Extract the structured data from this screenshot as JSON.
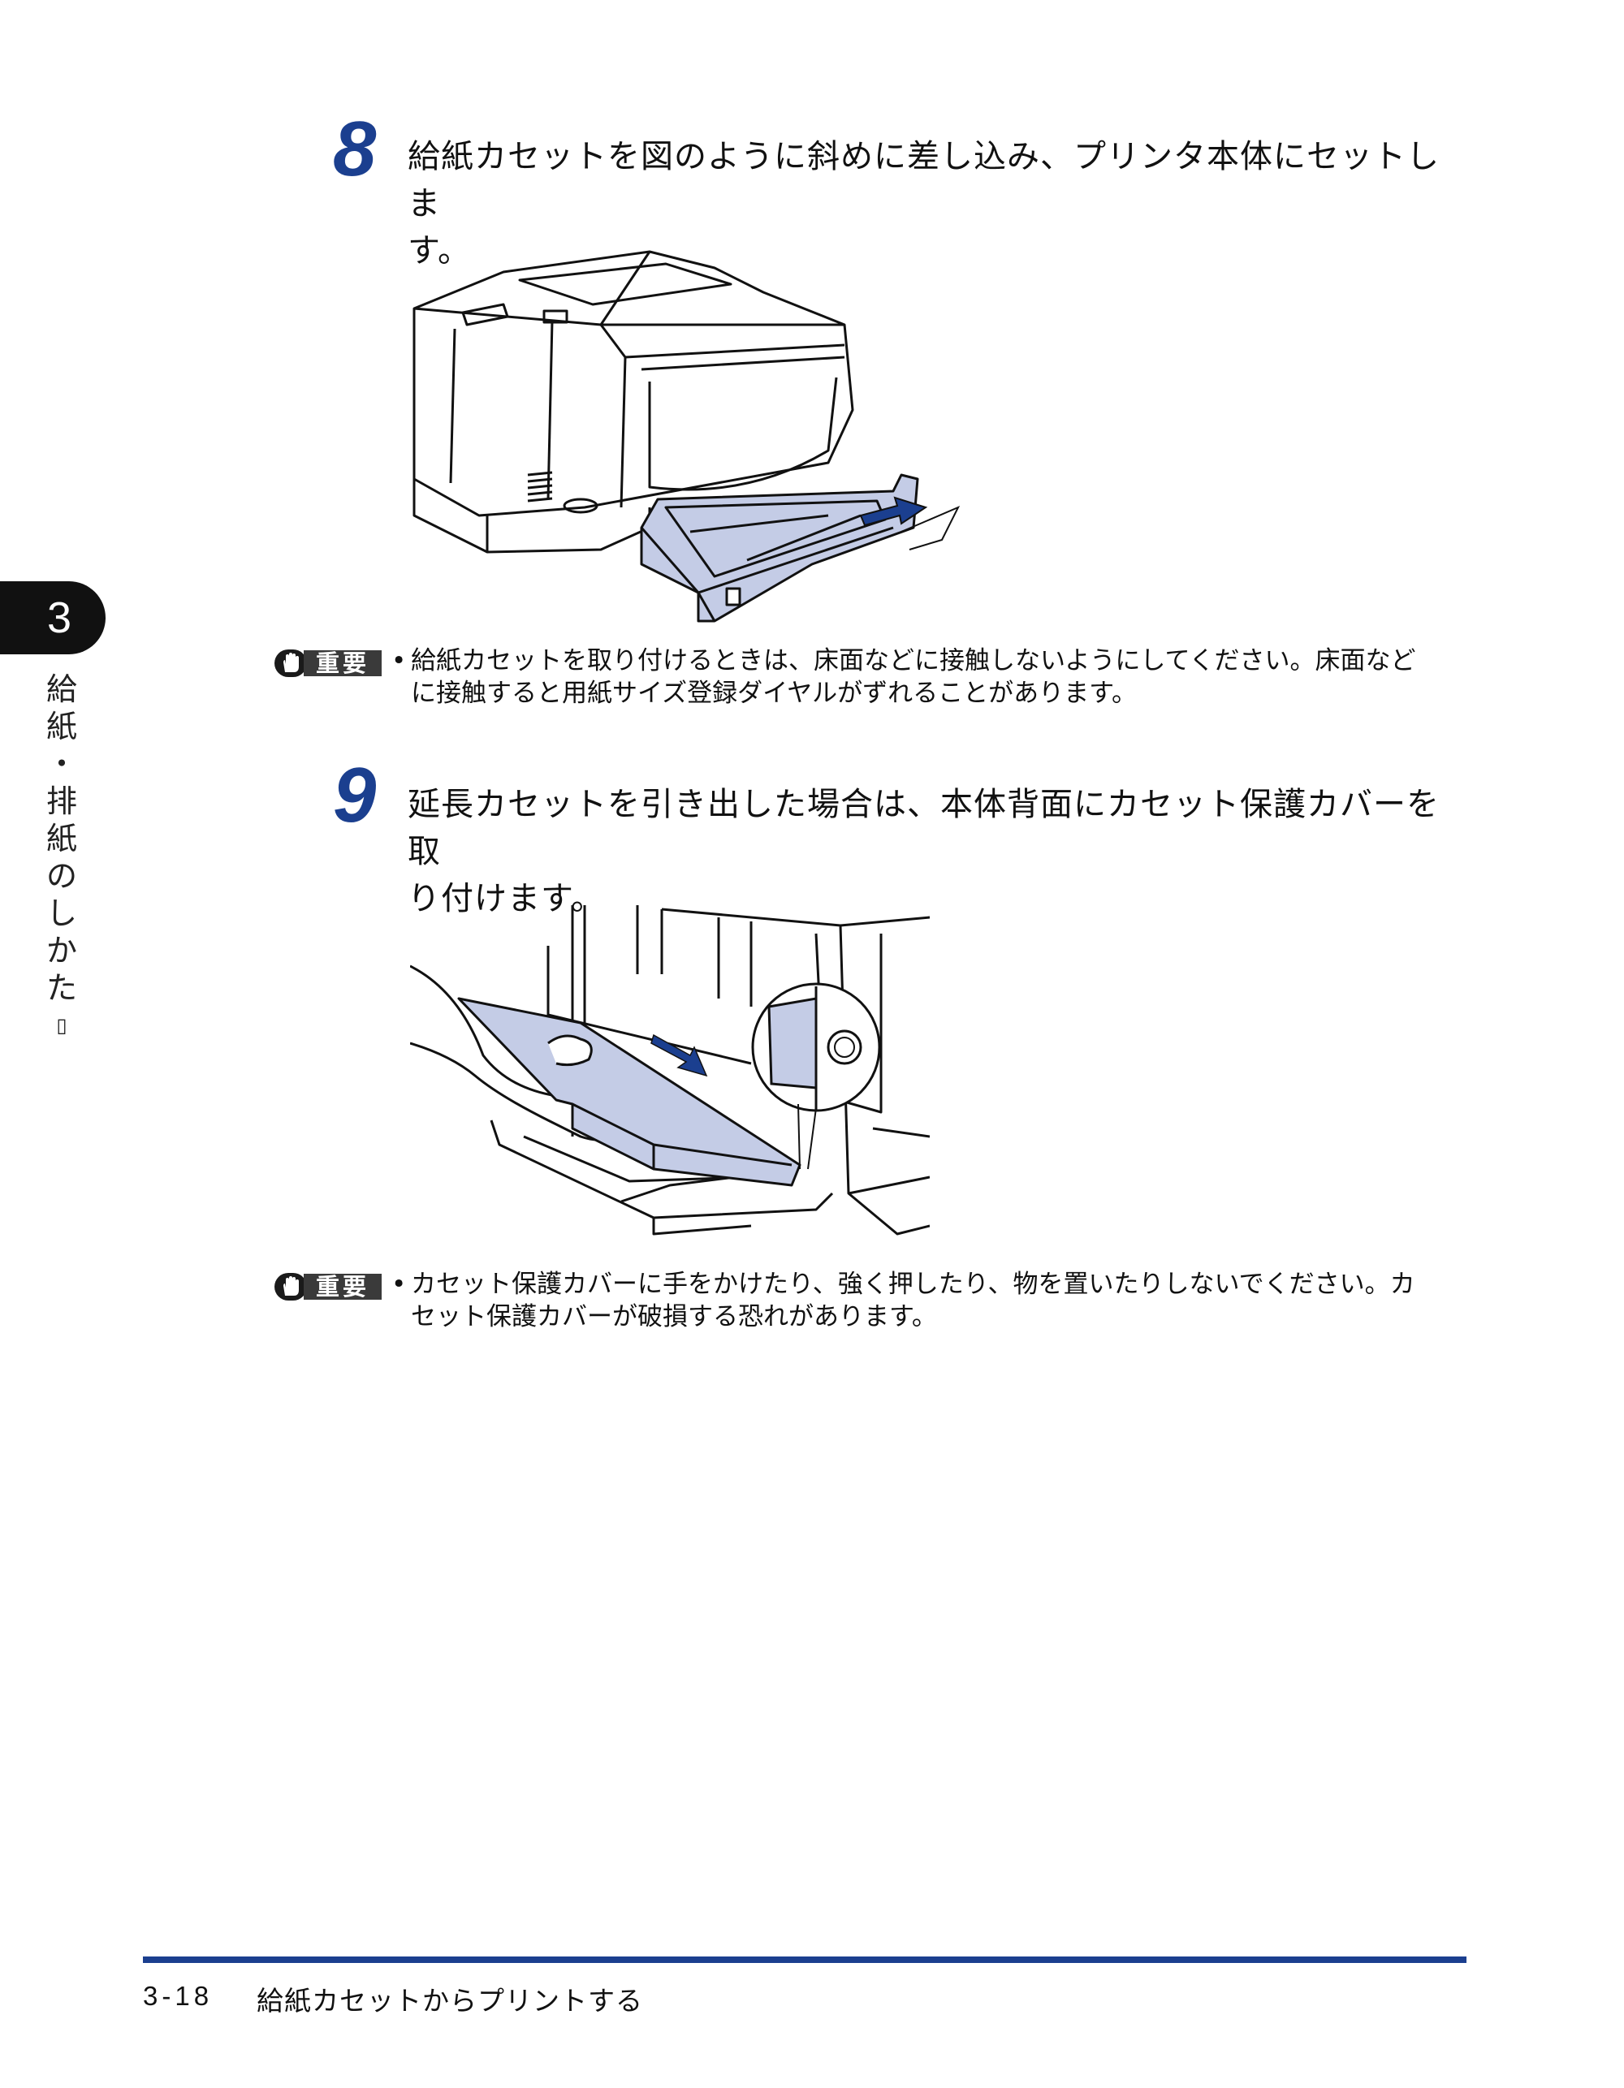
{
  "steps": [
    {
      "number": "8",
      "text_line1": "給紙カセットを図のように斜めに差し込み、プリンタ本体にセットしま",
      "text_line2": "す。"
    },
    {
      "number": "9",
      "text_line1": "延長カセットを引き出した場合は、本体背面にカセット保護カバーを取",
      "text_line2": "り付けます。"
    }
  ],
  "notes": [
    {
      "badge": "重要",
      "bullet": "•",
      "line1": "給紙カセットを取り付けるときは、床面などに接触しないようにしてください。床面など",
      "line2": "に接触すると用紙サイズ登録ダイヤルがずれることがあります。"
    },
    {
      "badge": "重要",
      "bullet": "•",
      "line1": "カセット保護カバーに手をかけたり、強く押したり、物を置いたりしないでください。カ",
      "line2": "セット保護カバーが破損する恐れがあります。"
    }
  ],
  "chapter_tab": {
    "number": "3"
  },
  "side_title": [
    "給",
    "紙",
    "・",
    "排",
    "紙",
    "の",
    "し",
    "か",
    "た",
    "▯"
  ],
  "footer": {
    "page": "3-18",
    "title": "給紙カセットからプリントする"
  },
  "colors": {
    "accent_blue": "#1b3f8f",
    "illustration_fill": "#c4cce6",
    "arrow_blue": "#1b3f8f"
  }
}
